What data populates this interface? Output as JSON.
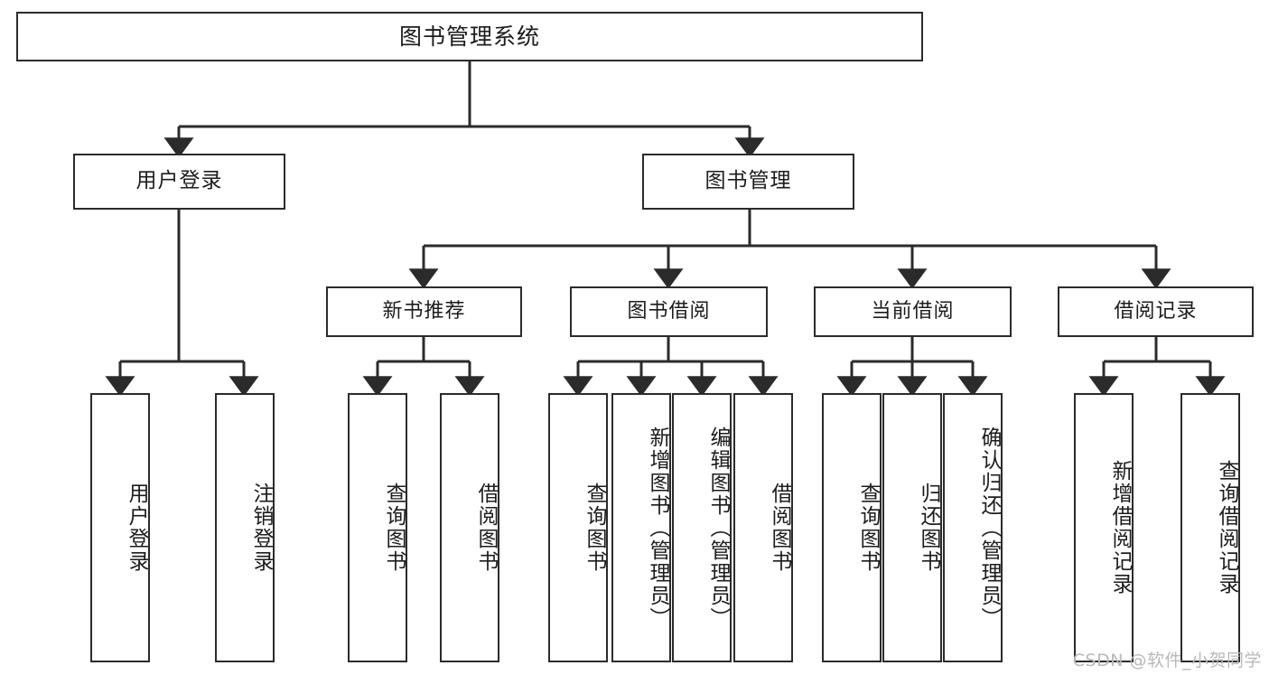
{
  "diagram": {
    "title": "图书管理系统",
    "type": "tree-hierarchy-chart",
    "watermark": "CSDN @软件_小贺同学",
    "colors": {
      "box_border": "#2b2b2b",
      "box_fill": "#ffffff",
      "connector": "#2b2b2b",
      "text": "#1c1c1c",
      "watermark": "#b9b9b9"
    },
    "root": {
      "label": "图书管理系统"
    },
    "level2": [
      {
        "id": "user-login",
        "label": "用户登录"
      },
      {
        "id": "book-manage",
        "label": "图书管理"
      }
    ],
    "level3": [
      {
        "id": "new-book-recommend",
        "label": "新书推荐"
      },
      {
        "id": "book-borrow",
        "label": "图书借阅"
      },
      {
        "id": "current-borrow",
        "label": "当前借阅"
      },
      {
        "id": "borrow-record",
        "label": "借阅记录"
      }
    ],
    "leaves": {
      "user_login": [
        {
          "id": "leaf-user-login",
          "label": "用户登录"
        },
        {
          "id": "leaf-user-logout",
          "label": "注销登录"
        }
      ],
      "new_book_recommend": [
        {
          "id": "leaf-query-book-1",
          "label": "查询图书"
        },
        {
          "id": "leaf-borrow-book-1",
          "label": "借阅图书"
        }
      ],
      "book_borrow": [
        {
          "id": "leaf-query-book-2",
          "label": "查询图书"
        },
        {
          "id": "leaf-add-book",
          "label": "新增图书（管理员）"
        },
        {
          "id": "leaf-edit-book",
          "label": "编辑图书（管理员）"
        },
        {
          "id": "leaf-borrow-book-2",
          "label": "借阅图书"
        }
      ],
      "current_borrow": [
        {
          "id": "leaf-query-book-3",
          "label": "查询图书"
        },
        {
          "id": "leaf-return-book",
          "label": "归还图书"
        },
        {
          "id": "leaf-confirm-return",
          "label": "确认归还（管理员）"
        }
      ],
      "borrow_record": [
        {
          "id": "leaf-add-record",
          "label": "新增借阅记录"
        },
        {
          "id": "leaf-query-record",
          "label": "查询借阅记录"
        }
      ]
    }
  }
}
